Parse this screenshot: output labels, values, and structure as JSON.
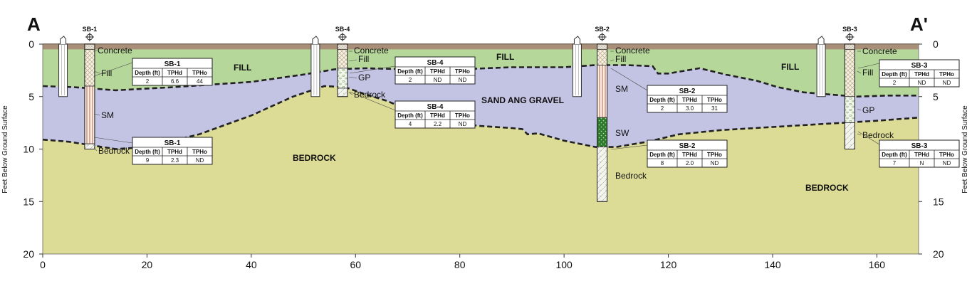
{
  "section": {
    "start_label": "A",
    "end_label": "A'",
    "y_axis_label": "Feet Below Ground Surface",
    "x_ticks": [
      0,
      20,
      40,
      60,
      80,
      100,
      120,
      140,
      160
    ],
    "y_ticks": [
      0,
      5,
      10,
      15,
      20
    ],
    "x_range": [
      0,
      168
    ],
    "y_range": [
      0,
      20
    ]
  },
  "zones": [
    {
      "name": "FILL",
      "color": "#b5d79a"
    },
    {
      "name": "FILL",
      "color": "#b5d79a"
    },
    {
      "name": "SAND ANG GRAVEL",
      "color": "#c3c3e3"
    },
    {
      "name": "BEDROCK",
      "color": "#dcdc96"
    },
    {
      "name": "BEDROCK",
      "color": "#dcdc96"
    }
  ],
  "surface_color": "#a98f78",
  "boundaries": {
    "fill_bottom": [
      [
        0,
        4.0
      ],
      [
        6,
        4.1
      ],
      [
        14,
        4.4
      ],
      [
        25,
        4.1
      ],
      [
        40,
        3.6
      ],
      [
        50,
        2.9
      ],
      [
        56,
        2.4
      ],
      [
        62,
        2.3
      ],
      [
        70,
        2.4
      ],
      [
        80,
        2.4
      ],
      [
        90,
        2.2
      ],
      [
        100,
        2.2
      ],
      [
        106,
        2.0
      ],
      [
        112,
        2.0
      ],
      [
        117,
        2.1
      ],
      [
        118,
        2.8
      ],
      [
        120,
        2.8
      ],
      [
        126,
        2.3
      ],
      [
        131,
        2.9
      ],
      [
        137,
        3.5
      ],
      [
        141,
        4.1
      ],
      [
        146,
        4.6
      ],
      [
        151,
        4.8
      ],
      [
        156,
        5.0
      ],
      [
        162,
        4.9
      ],
      [
        168,
        4.9
      ]
    ],
    "bedrock_top": [
      [
        0,
        9.1
      ],
      [
        5,
        9.3
      ],
      [
        14,
        10.0
      ],
      [
        20,
        9.8
      ],
      [
        30,
        8.6
      ],
      [
        40,
        6.8
      ],
      [
        48,
        5.0
      ],
      [
        54,
        4.0
      ],
      [
        58,
        4.1
      ],
      [
        62,
        4.8
      ],
      [
        66,
        5.4
      ],
      [
        72,
        6.7
      ],
      [
        78,
        7.5
      ],
      [
        84,
        7.8
      ],
      [
        90,
        8.0
      ],
      [
        92,
        8.1
      ],
      [
        93,
        8.6
      ],
      [
        95,
        8.5
      ],
      [
        100,
        9.2
      ],
      [
        106,
        9.8
      ],
      [
        110,
        9.8
      ],
      [
        116,
        9.3
      ],
      [
        122,
        8.6
      ],
      [
        130,
        8.2
      ],
      [
        140,
        7.9
      ],
      [
        150,
        7.6
      ],
      [
        160,
        7.3
      ],
      [
        168,
        7.0
      ]
    ]
  },
  "wells": [
    {
      "x": 3.9,
      "depth": 5.0
    },
    {
      "x": 52.3,
      "depth": 5.0
    },
    {
      "x": 102.5,
      "depth": 5.0
    },
    {
      "x": 149.3,
      "depth": 5.0
    }
  ],
  "borings": [
    {
      "id": "SB-1",
      "x": 9.0,
      "depth": 10.0,
      "layers": [
        {
          "material": "concrete",
          "from": 0,
          "to": 0.5,
          "label": "Concrete"
        },
        {
          "material": "fill",
          "from": 0.5,
          "to": 4.0,
          "label": "Fill"
        },
        {
          "material": "sm",
          "from": 4.0,
          "to": 9.5,
          "label": "SM"
        },
        {
          "material": "bedrock",
          "from": 9.5,
          "to": 10.0,
          "label": "Bedrock"
        }
      ]
    },
    {
      "id": "SB-4",
      "x": 57.5,
      "depth": 5.0,
      "layers": [
        {
          "material": "concrete",
          "from": 0,
          "to": 0.5,
          "label": "Concrete"
        },
        {
          "material": "fill",
          "from": 0.5,
          "to": 2.3,
          "label": "Fill"
        },
        {
          "material": "gp",
          "from": 2.3,
          "to": 4.2,
          "label": "GP"
        },
        {
          "material": "bedrock",
          "from": 4.2,
          "to": 5.0,
          "label": "Bedrock"
        }
      ]
    },
    {
      "id": "SB-2",
      "x": 107.3,
      "depth": 15.0,
      "layers": [
        {
          "material": "concrete",
          "from": 0,
          "to": 0.5,
          "label": "Concrete"
        },
        {
          "material": "fill",
          "from": 0.5,
          "to": 2.0,
          "label": "Fill"
        },
        {
          "material": "sm",
          "from": 2.0,
          "to": 7.0,
          "label": "SM"
        },
        {
          "material": "sw",
          "from": 7.0,
          "to": 9.8,
          "label": "SW"
        },
        {
          "material": "bedrock",
          "from": 9.8,
          "to": 15.0,
          "label": "Bedrock"
        }
      ]
    },
    {
      "id": "SB-3",
      "x": 154.8,
      "depth": 10.0,
      "layers": [
        {
          "material": "concrete",
          "from": 0,
          "to": 0.5,
          "label": "Concrete"
        },
        {
          "material": "fill",
          "from": 0.5,
          "to": 5.0,
          "label": "Fill"
        },
        {
          "material": "gp",
          "from": 5.0,
          "to": 7.5,
          "label": "GP"
        },
        {
          "material": "bedrock",
          "from": 7.5,
          "to": 10.0,
          "label": "Bedrock"
        }
      ]
    }
  ],
  "callouts": [
    {
      "boring": "SB-1",
      "headers": [
        "Depth (ft)",
        "TPHd",
        "TPHo"
      ],
      "values": [
        "2",
        "6.6",
        "44"
      ]
    },
    {
      "boring": "SB-1",
      "headers": [
        "Depth (ft)",
        "TPHd",
        "TPHo"
      ],
      "values": [
        "9",
        "2.3",
        "ND"
      ]
    },
    {
      "boring": "SB-4",
      "headers": [
        "Depth (ft)",
        "TPHd",
        "TPHo"
      ],
      "values": [
        "2",
        "ND",
        "ND"
      ]
    },
    {
      "boring": "SB-4",
      "headers": [
        "Depth (ft)",
        "TPHd",
        "TPHo"
      ],
      "values": [
        "4",
        "2.2",
        "ND"
      ]
    },
    {
      "boring": "SB-2",
      "headers": [
        "Depth (ft)",
        "TPHd",
        "TPHo"
      ],
      "values": [
        "2",
        "3.0",
        "31"
      ]
    },
    {
      "boring": "SB-2",
      "headers": [
        "Depth (ft)",
        "TPHd",
        "TPHo"
      ],
      "values": [
        "8",
        "2.0",
        "ND"
      ]
    },
    {
      "boring": "SB-3",
      "headers": [
        "Depth (ft)",
        "TPHd",
        "TPHo"
      ],
      "values": [
        "2",
        "ND",
        "ND"
      ]
    },
    {
      "boring": "SB-3",
      "headers": [
        "Depth (ft)",
        "TPHd",
        "TPHo"
      ],
      "values": [
        "7",
        "N",
        "ND"
      ]
    }
  ]
}
